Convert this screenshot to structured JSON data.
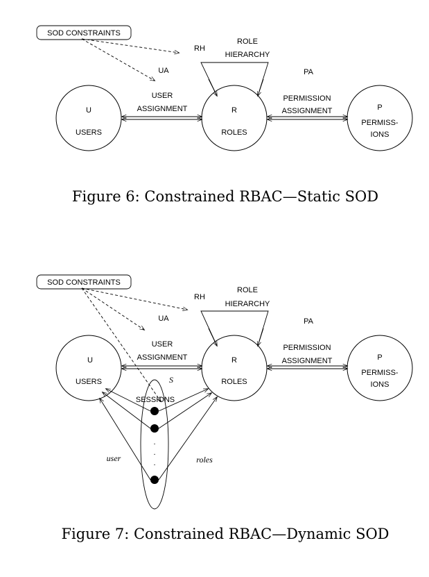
{
  "figure6": {
    "sod_box": "SOD CONSTRAINTS",
    "rh": "RH",
    "role_hierarchy_1": "ROLE",
    "role_hierarchy_2": "HIERARCHY",
    "ua": "UA",
    "pa": "PA",
    "user_assignment_1": "USER",
    "user_assignment_2": "ASSIGNMENT",
    "perm_assignment_1": "PERMISSION",
    "perm_assignment_2": "ASSIGNMENT",
    "users_symbol": "U",
    "users_label": "USERS",
    "roles_symbol": "R",
    "roles_label": "ROLES",
    "perms_symbol": "P",
    "perms_label_1": "PERMISS-",
    "perms_label_2": "IONS",
    "caption": "Figure 6: Constrained RBAC—Static SOD"
  },
  "figure7": {
    "sod_box": "SOD CONSTRAINTS",
    "rh": "RH",
    "role_hierarchy_1": "ROLE",
    "role_hierarchy_2": "HIERARCHY",
    "ua": "UA",
    "pa": "PA",
    "user_assignment_1": "USER",
    "user_assignment_2": "ASSIGNMENT",
    "perm_assignment_1": "PERMISSION",
    "perm_assignment_2": "ASSIGNMENT",
    "users_symbol": "U",
    "users_label": "USERS",
    "roles_symbol": "R",
    "roles_label": "ROLES",
    "perms_symbol": "P",
    "perms_label_1": "PERMISS-",
    "perms_label_2": "IONS",
    "s_symbol": "S",
    "sessions_label": "SESSIONS",
    "user_edge": "user",
    "roles_edge": "roles",
    "ellipsis": ". . .",
    "caption": "Figure 7: Constrained RBAC—Dynamic SOD"
  }
}
